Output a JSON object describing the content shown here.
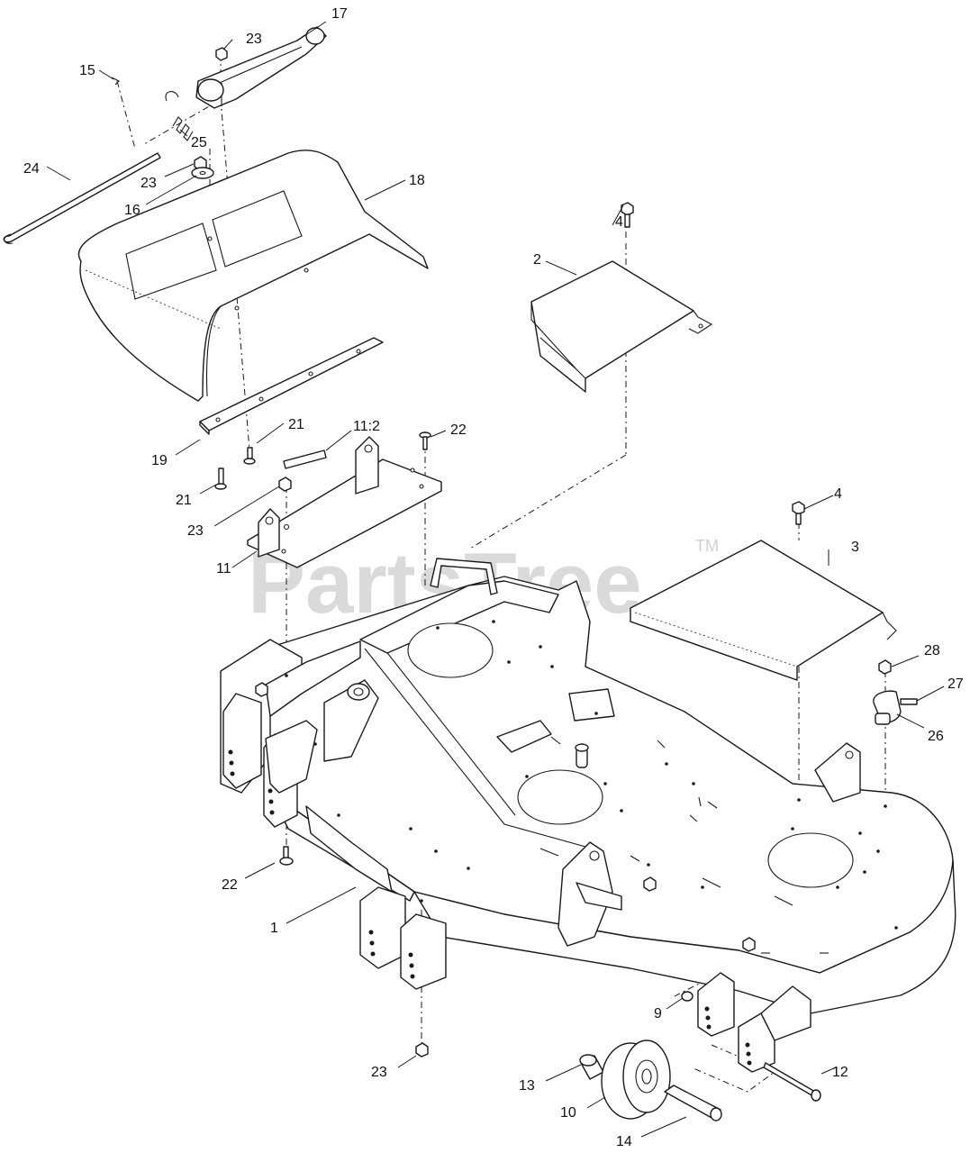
{
  "watermark": {
    "text": "PartsTree",
    "trademark": "TM"
  },
  "callouts": {
    "c1": "1",
    "c2": "2",
    "c3": "3",
    "c4a": "4",
    "c4b": "4",
    "c9": "9",
    "c10": "10",
    "c11": "11",
    "c11_2": "11:2",
    "c12": "12",
    "c13": "13",
    "c14": "14",
    "c15": "15",
    "c16": "16",
    "c17": "17",
    "c18": "18",
    "c19": "19",
    "c21a": "21",
    "c21b": "21",
    "c22a": "22",
    "c22b": "22",
    "c23a": "23",
    "c23b": "23",
    "c23c": "23",
    "c23d": "23",
    "c24": "24",
    "c25": "25",
    "c26": "26",
    "c27": "27",
    "c28": "28"
  },
  "colors": {
    "line": "#1a1a1a",
    "watermark": "#bdbdbd",
    "background": "#ffffff"
  }
}
